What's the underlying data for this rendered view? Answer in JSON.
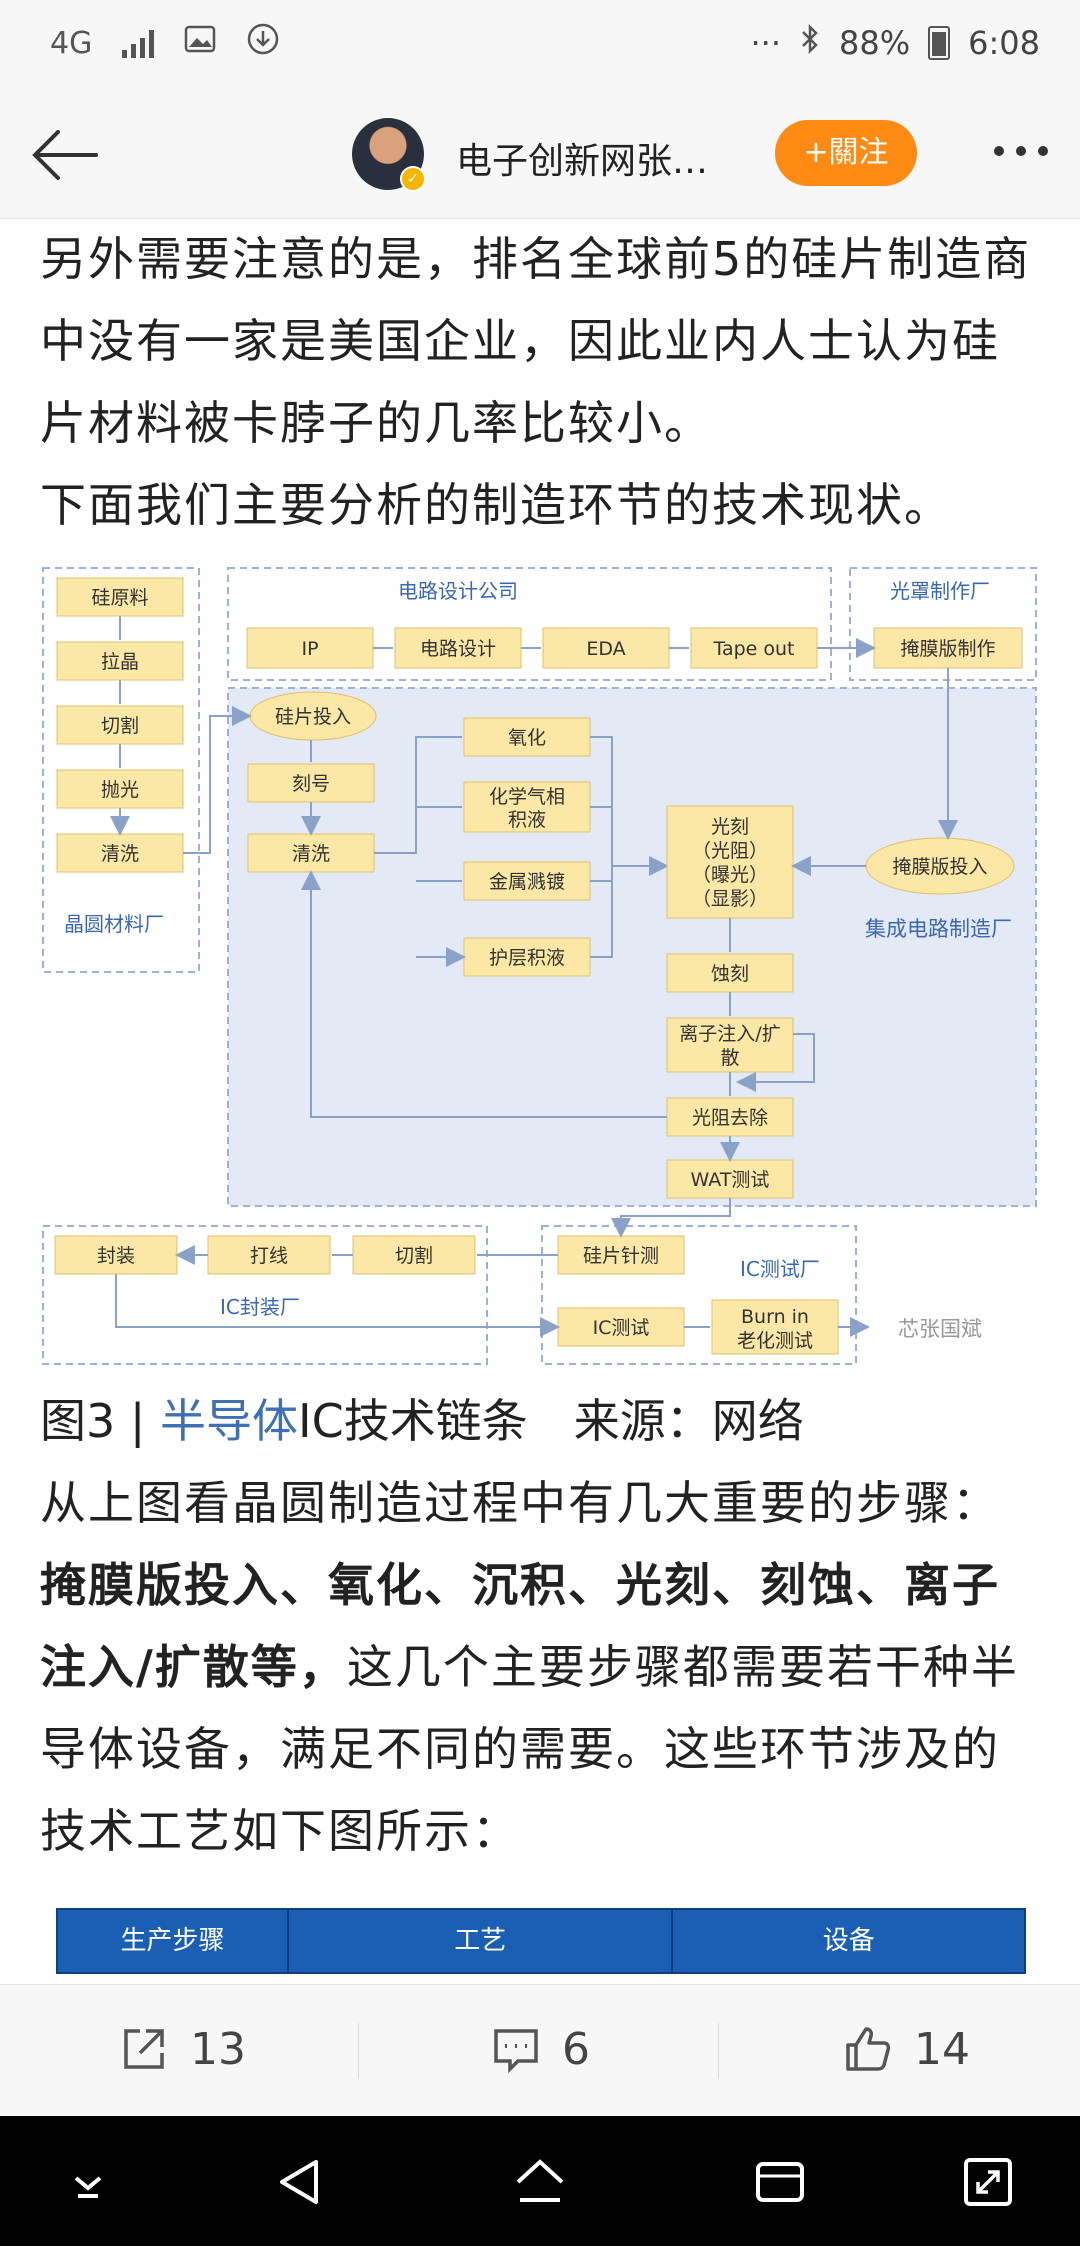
{
  "status_bar": {
    "network": "4G",
    "dots": "···",
    "battery": "88%",
    "time": "6:08"
  },
  "header": {
    "title": "电子创新网张…",
    "follow_label": "+關注"
  },
  "article": {
    "paragraphs": [
      "另外需要注意的是，排名全球前5的硅片制造商中没有一家是美国企业，因此业内人士认为硅片材料被卡脖子的几率比较小。",
      "下面我们主要分析的制造环节的技术现状。"
    ],
    "caption_prefix": "图3 | ",
    "caption_link": "半导体",
    "caption_suffix": "IC技术链条　来源：网络",
    "para2_start": "从上图看晶圆制造过程中有几大重要的步骤：",
    "para2_bold": "掩膜版投入、氧化、沉积、光刻、刻蚀、离子注入/扩散等，",
    "para2_end": "这几个主要步骤都需要若干种半导体设备，满足不同的需要。这些环节涉及的技术工艺如下图所示："
  },
  "diagram": {
    "region_wafer_material": "晶圆材料厂",
    "region_circuit_design": "电路设计公司",
    "region_mask": "光罩制作厂",
    "region_ic_fab": "集成电路制造厂",
    "region_ic_test": "IC测试厂",
    "region_ic_package": "IC封装厂",
    "material_steps": [
      "硅原料",
      "拉晶",
      "切割",
      "抛光",
      "清洗"
    ],
    "design_steps": [
      "IP",
      "电路设计",
      "EDA",
      "Tape out"
    ],
    "mask_step": "掩膜版制作",
    "wafer_input": "硅片投入",
    "mark": "刻号",
    "clean": "清洗",
    "processes": [
      "氧化",
      "化学气相积液",
      "金属溅镀",
      "护层积液"
    ],
    "lithography": [
      "光刻",
      "（光阻）",
      "（曝光）",
      "（显影）"
    ],
    "etch": "蚀刻",
    "ion": [
      "离子注入/扩",
      "散"
    ],
    "resist_remove": "光阻去除",
    "wat": "WAT测试",
    "mask_input": "掩膜版投入",
    "wafer_probe": "硅片针测",
    "package_steps": [
      "封装",
      "打线",
      "切割"
    ],
    "ic_test": "IC测试",
    "burn_in": [
      "Burn in",
      "老化测试"
    ],
    "watermark": "芯张国斌"
  },
  "table": {
    "headers": [
      "生产步骤",
      "工艺",
      "设备"
    ]
  },
  "actions": {
    "share_count": "13",
    "comment_count": "6",
    "like_count": "14"
  }
}
